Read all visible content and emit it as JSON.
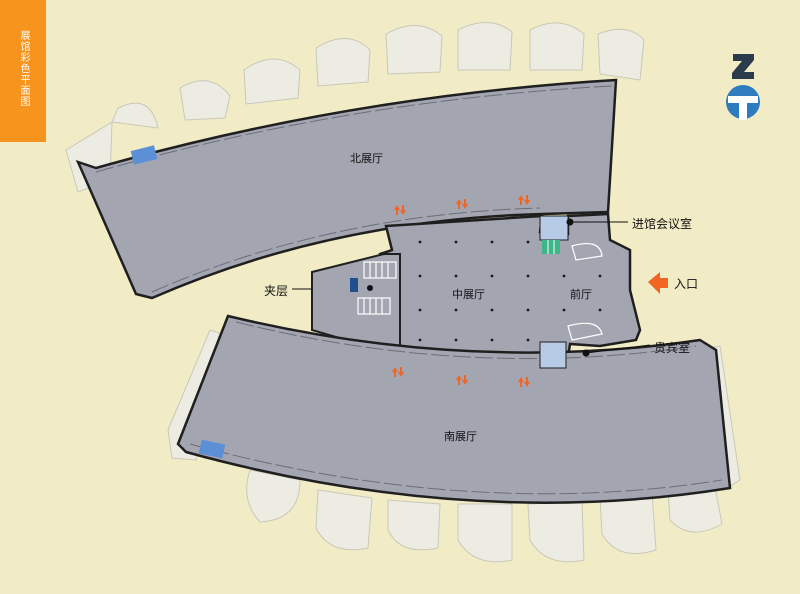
{
  "side_tab": {
    "title": "展馆彩色平面图"
  },
  "rooms": {
    "north_hall": "北展厅",
    "middle_hall": "中展厅",
    "front_hall": "前厅",
    "south_hall": "南展厅",
    "mezzanine": "夹层"
  },
  "callouts": {
    "meeting_room": "进馆会议室",
    "entrance": "入口",
    "vip_room": "贵宾室"
  },
  "colors": {
    "background": "#f2ecc6",
    "hall_fill": "#a3a5b1",
    "wall": "#1f1f1f",
    "pavilion_fill": "#ecece3",
    "accent_orange": "#f7941d",
    "arrow_orange": "#f26522",
    "water_blue": "#5b8fd6",
    "stair_blue": "#b7cbe6",
    "stair_green": "#3fb58a",
    "compass_blue": "#2e7cbf"
  },
  "icons": {
    "compass": "north-arrow-icon",
    "entrance_arrow": "entrance-arrow-icon",
    "circulation": "double-arrow-icon"
  }
}
